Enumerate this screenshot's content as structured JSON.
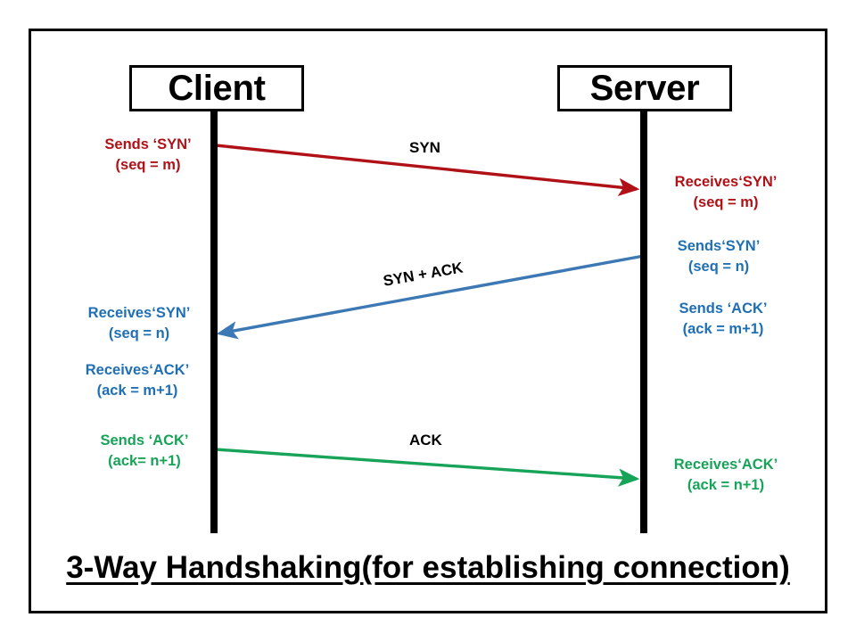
{
  "diagram": {
    "title": "3-Way Handshaking(for establishing connection)",
    "nodes": {
      "client": "Client",
      "server": "Server"
    },
    "colors": {
      "syn": "#B01116",
      "syn_ack": "#1F6FB5",
      "ack": "#17A358",
      "lifeline": "#000000",
      "text": "#000000",
      "background": "#FFFFFF"
    },
    "messages": [
      {
        "id": "syn",
        "label": "SYN",
        "direction": "client-to-server",
        "color": "#B01116"
      },
      {
        "id": "syn-ack",
        "label": "SYN + ACK",
        "direction": "server-to-client",
        "color": "#1F6FB5"
      },
      {
        "id": "ack",
        "label": "ACK",
        "direction": "client-to-server",
        "color": "#17A358"
      }
    ],
    "notes": {
      "client_sends_syn": {
        "line1": "Sends ‘SYN’",
        "line2": "(seq = m)"
      },
      "server_receives_syn": {
        "line1": "Receives‘SYN’",
        "line2": "(seq = m)"
      },
      "server_sends_syn": {
        "line1": "Sends‘SYN’",
        "line2": "(seq = n)"
      },
      "server_sends_ack": {
        "line1": "Sends ‘ACK’",
        "line2": "(ack = m+1)"
      },
      "client_receives_syn": {
        "line1": "Receives‘SYN’",
        "line2": "(seq = n)"
      },
      "client_receives_ack": {
        "line1": "Receives‘ACK’",
        "line2": "(ack = m+1)"
      },
      "client_sends_ack": {
        "line1": "Sends ‘ACK’",
        "line2": "(ack= n+1)"
      },
      "server_receives_ack": {
        "line1": "Receives‘ACK’",
        "line2": "(ack = n+1)"
      }
    }
  }
}
